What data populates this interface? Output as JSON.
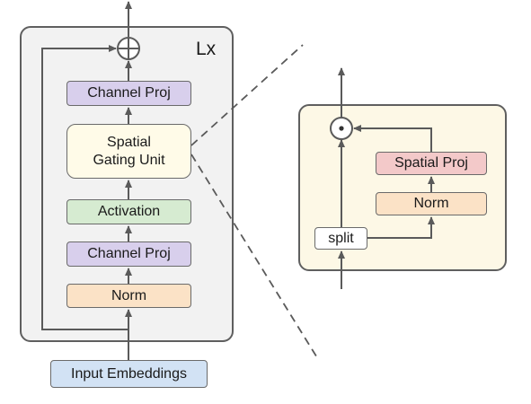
{
  "main_block": {
    "repeat_label": "Lx",
    "channel_proj_top": "Channel Proj",
    "sgu_line1": "Spatial",
    "sgu_line2": "Gating Unit",
    "activation": "Activation",
    "channel_proj_bottom": "Channel Proj",
    "norm": "Norm",
    "input": "Input Embeddings"
  },
  "sgu_detail": {
    "spatial_proj": "Spatial Proj",
    "norm": "Norm",
    "split": "split"
  },
  "colors": {
    "channel_proj": "#d8cfec",
    "activation": "#d6ebd1",
    "norm": "#fbe2c6",
    "input": "#d2e2f4",
    "spatial_proj": "#f3c9c9",
    "sgu_detail_bg": "#fdf8e6"
  },
  "icons": {
    "residual_add": "circled-plus-icon",
    "gating_multiply": "circled-dot-icon"
  }
}
